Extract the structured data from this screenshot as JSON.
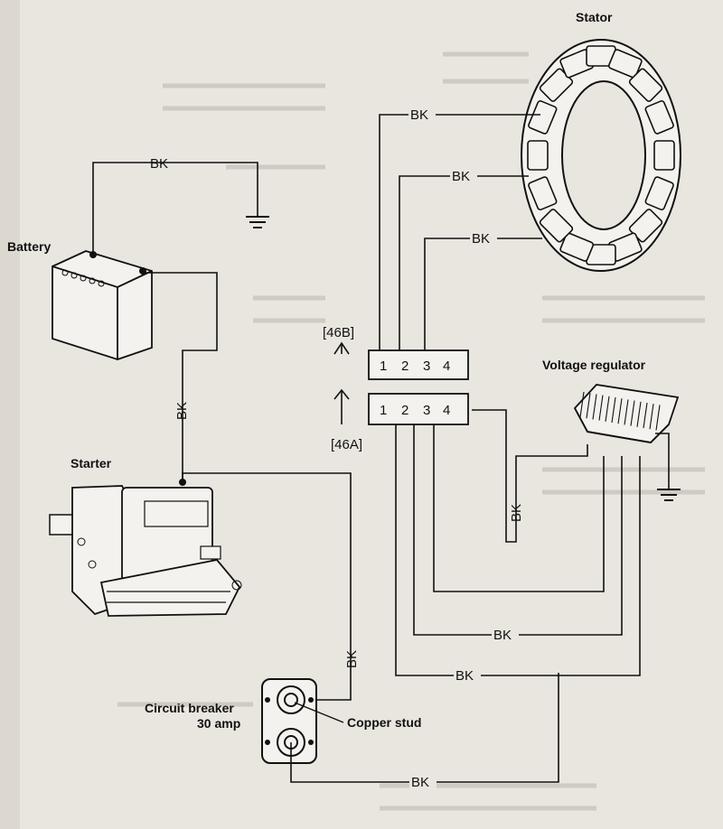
{
  "diagram": {
    "components": {
      "stator": "Stator",
      "battery": "Battery",
      "starter": "Starter",
      "voltage_regulator": "Voltage regulator",
      "circuit_breaker_line1": "Circuit breaker",
      "circuit_breaker_line2": "30 amp",
      "copper_stud": "Copper stud"
    },
    "connectors": {
      "upper": "[46B]",
      "lower": "[46A]",
      "upper_pins": [
        "1",
        "2",
        "3",
        "4"
      ],
      "lower_pins": [
        "1",
        "2",
        "3",
        "4"
      ]
    },
    "wire_color": "BK",
    "colors": {
      "ink": "#111111",
      "paper": "#e9e6e0"
    }
  }
}
